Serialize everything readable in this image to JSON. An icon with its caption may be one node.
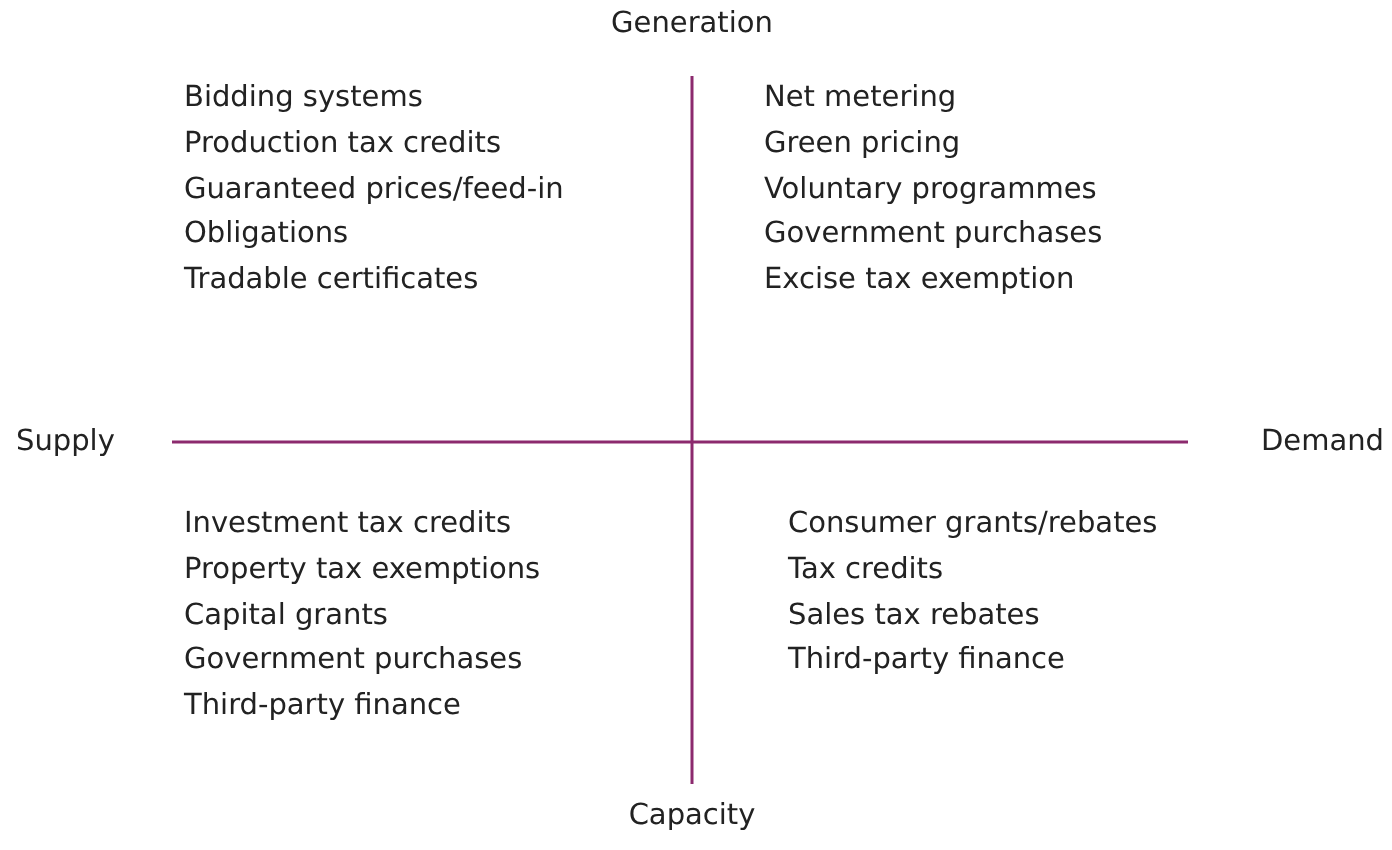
{
  "diagram": {
    "labels": [
      "Generation",
      "Bidding systems",
      "Production tax credits",
      "Guaranteed prices/feed-in",
      "Obligations",
      "Tradable certificates",
      "Net metering",
      "Green pricing",
      "Voluntary programmes",
      "Government purchases",
      "Excise tax exemption",
      "Supply",
      "Demand",
      "Investment tax credits",
      "Property tax exemptions",
      "Capital grants",
      "Government purchases",
      "Third-party finance",
      "Consumer grants/rebates",
      "Tax credits",
      "Sales tax rebates",
      "Third-party finance",
      "Capacity"
    ]
  }
}
